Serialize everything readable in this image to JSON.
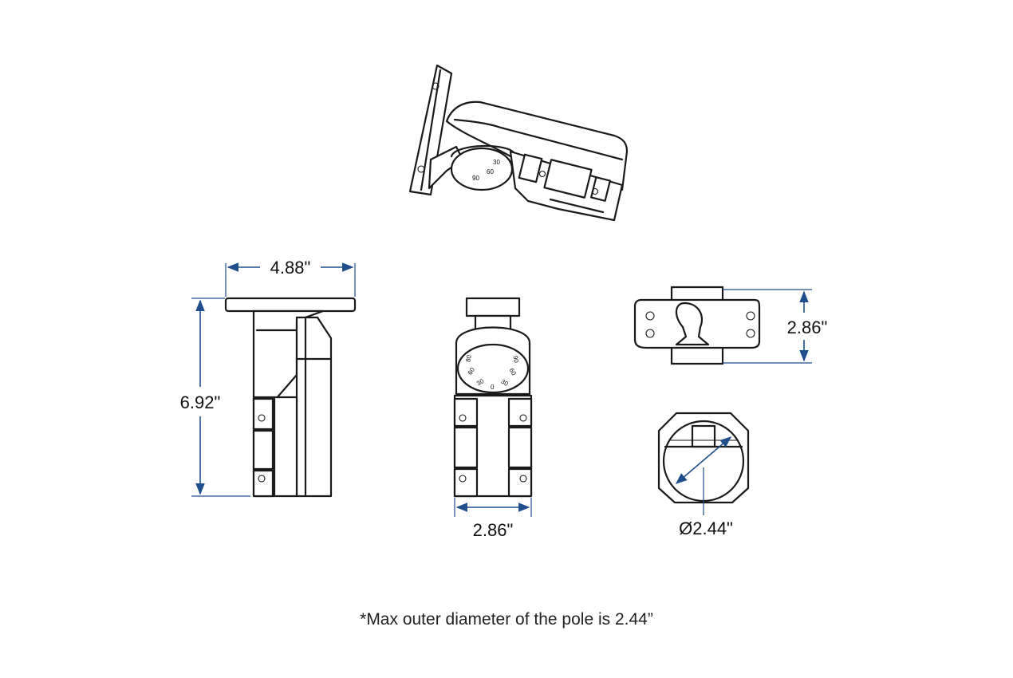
{
  "dimensions": {
    "top_width": "4.88\"",
    "side_height": "6.92\"",
    "front_width": "2.86\"",
    "plate_height": "2.86\"",
    "pole_diameter": "Ø2.44\""
  },
  "dial_labels": [
    "80",
    "60",
    "30",
    "0",
    "30",
    "60",
    "90"
  ],
  "colors": {
    "dimension": "#1f4e8c",
    "outline": "#1a1a1a"
  },
  "footnote": "*Max outer diameter of the pole is 2.44”"
}
